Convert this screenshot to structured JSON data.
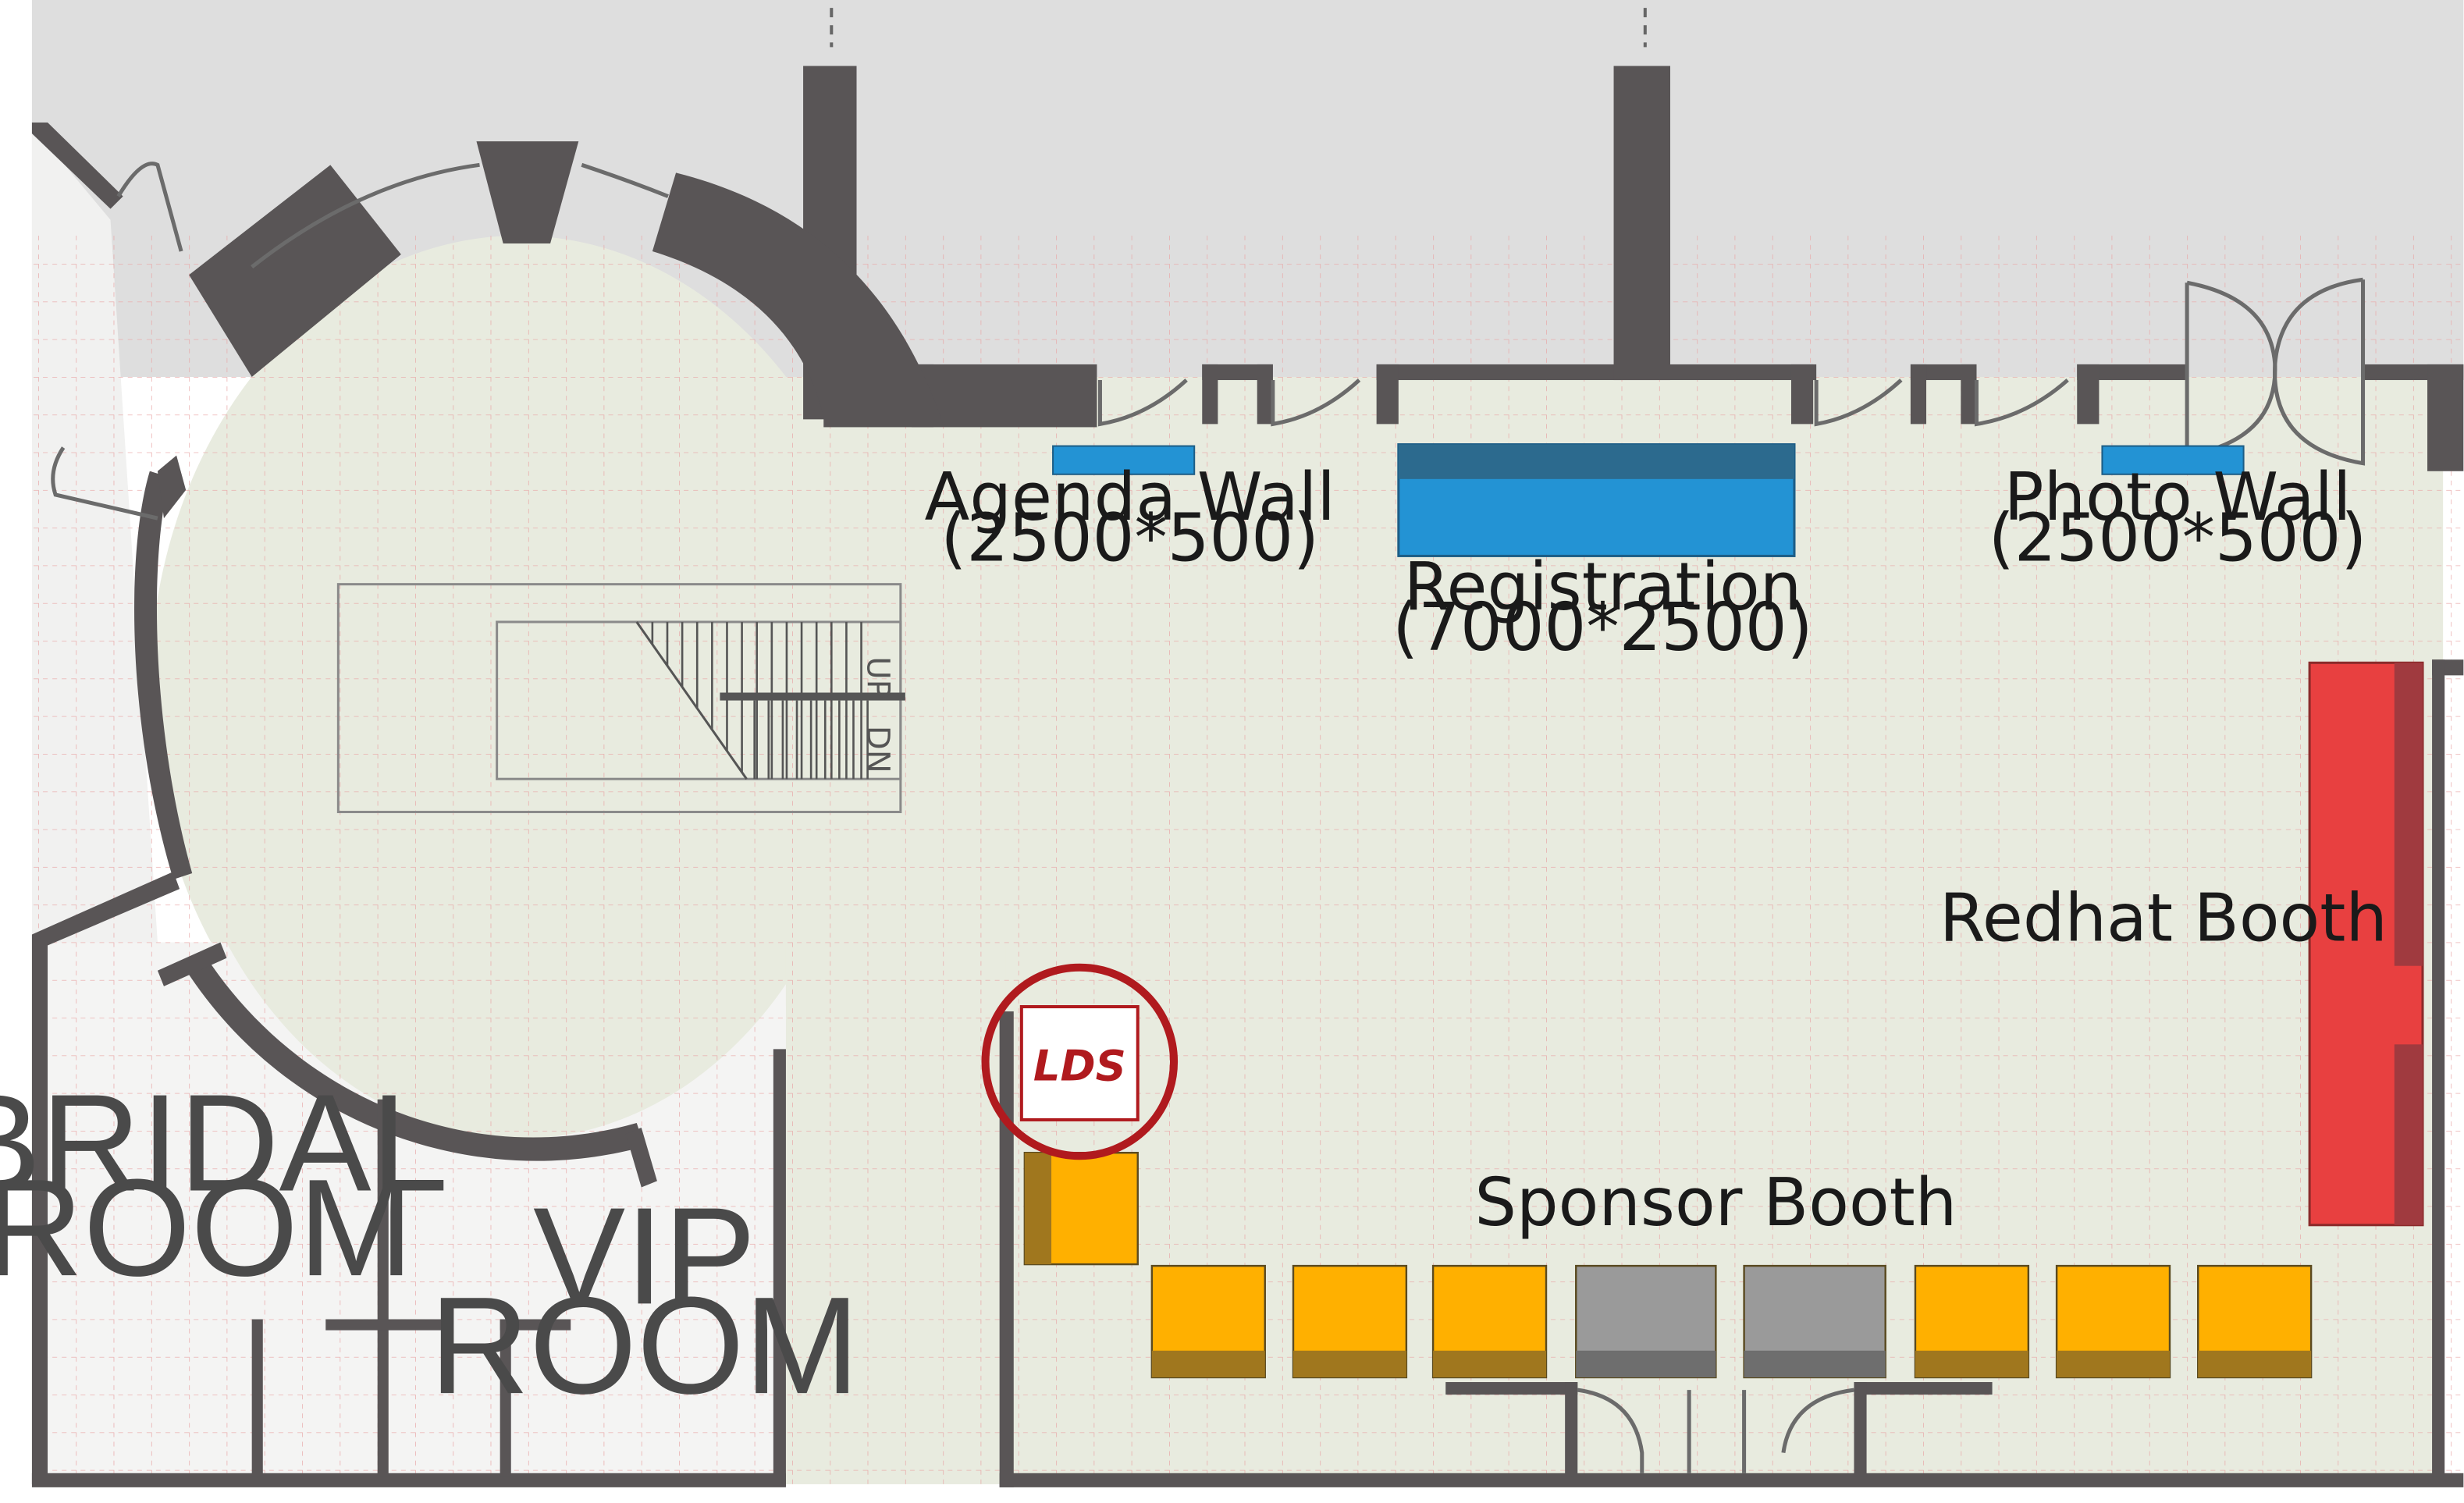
{
  "floorplan": {
    "labels": {
      "agenda_wall": "Agenda Wall",
      "agenda_wall_size": "(2500*500)",
      "registration": "Registration",
      "registration_size": "(7000*2500)",
      "photo_wall": "Photo Wall",
      "photo_wall_size": "(2500*500)",
      "redhat_booth": "Redhat Booth",
      "sponsor_booth": "Sponsor Booth",
      "bridal_room_line1": "BRIDAL",
      "bridal_room_line2": "ROOM",
      "vip_room_line1": "VIP",
      "vip_room_line2": "ROOM",
      "stairs_up": "UP",
      "stairs_down": "DN",
      "logo": "LDS"
    },
    "sponsor_booths": [
      {
        "status": "available",
        "color": "#FFB000"
      },
      {
        "status": "available",
        "color": "#FFB000"
      },
      {
        "status": "available",
        "color": "#FFB000"
      },
      {
        "status": "reserved",
        "color": "#9A9A9A"
      },
      {
        "status": "reserved",
        "color": "#9A9A9A"
      },
      {
        "status": "available",
        "color": "#FFB000"
      },
      {
        "status": "available",
        "color": "#FFB000"
      },
      {
        "status": "available",
        "color": "#FFB000"
      }
    ],
    "colors": {
      "floor": "#E8EBDF",
      "outside": "#DEDEDE",
      "wall": "#595556",
      "blue_fixture": "#2393D4",
      "registration_top": "#2C6A8E",
      "redhat": "#E84040",
      "sponsor_orange": "#FFB000",
      "sponsor_gray": "#9A9A9A",
      "logo_red": "#B01A1E"
    }
  }
}
